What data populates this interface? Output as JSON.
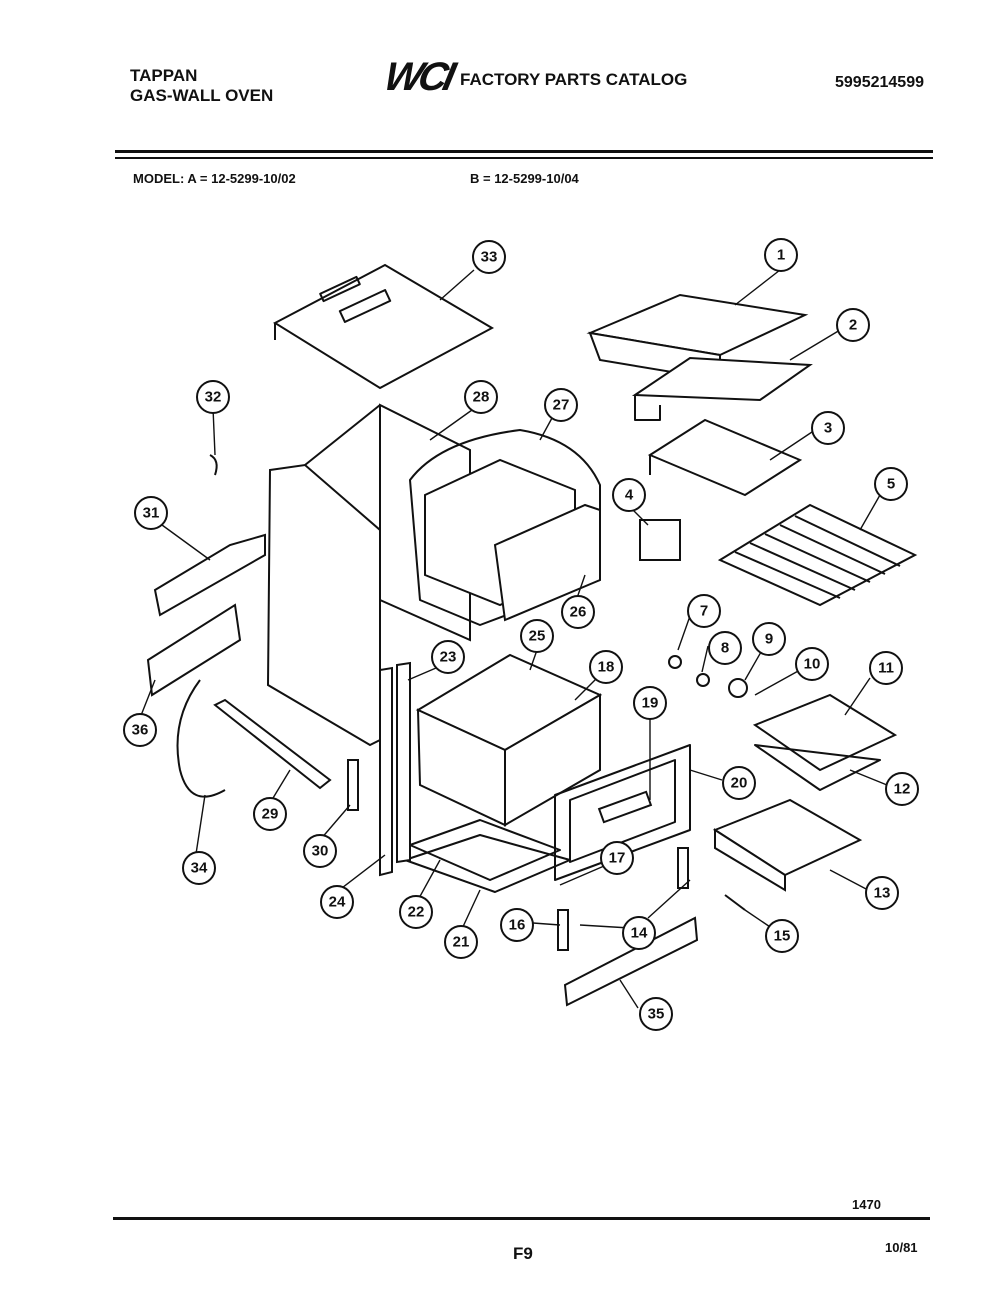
{
  "header": {
    "brand_line1": "TAPPAN",
    "brand_line2": "GAS-WALL OVEN",
    "logo": "WCI",
    "catalog_title": "FACTORY PARTS CATALOG",
    "part_number": "5995214599"
  },
  "models": {
    "label_a": "MODEL:  A = 12-5299-10/02",
    "label_b": "B = 12-5299-10/04"
  },
  "callouts": [
    "1",
    "2",
    "3",
    "4",
    "5",
    "7",
    "8",
    "9",
    "10",
    "11",
    "12",
    "13",
    "14",
    "15",
    "16",
    "17",
    "18",
    "19",
    "20",
    "21",
    "22",
    "23",
    "24",
    "25",
    "26",
    "27",
    "28",
    "29",
    "30",
    "31",
    "32",
    "33",
    "34",
    "35",
    "36",
    "16",
    "14"
  ],
  "footer": {
    "figure_code": "1470",
    "page_code": "F9",
    "date_code": "10/81"
  }
}
